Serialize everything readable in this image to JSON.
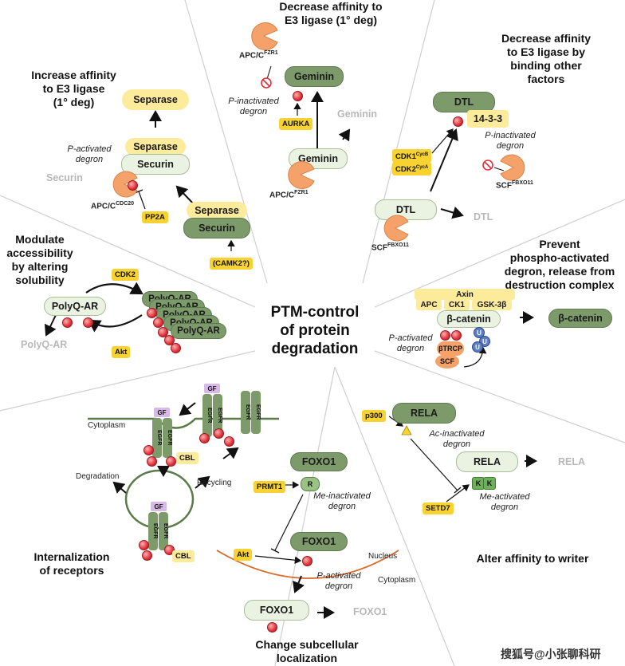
{
  "center_label": [
    "PTM-control",
    "of protein",
    "degradation"
  ],
  "panels": {
    "increase_affinity": {
      "title": [
        "Increase affinity",
        "to E3 ligase",
        "(1° deg)"
      ],
      "separase_top": "Separase",
      "separase_mid": "Separase",
      "securin_mid": "Securin",
      "p_activated_degron": [
        "P-activated",
        "degron"
      ],
      "securin_ghost": "Securin",
      "apc_cdc20": "APC/C",
      "apc_cdc20_sup": "CDC20",
      "pp2a": "PP2A",
      "separase_bottom": "Separase",
      "securin_bottom": "Securin",
      "camk2": "(CAMK2?)"
    },
    "decrease_affinity": {
      "title": [
        "Decrease affinity to",
        "E3 ligase (1° deg)"
      ],
      "apc_fzr1_top": "APC/C",
      "apc_fzr1_top_sup": "FZR1",
      "p_inactivated_degron": [
        "P-inactivated",
        "degron"
      ],
      "geminin_top": "Geminin",
      "aurka": "AURKA",
      "geminin_ghost": "Geminin",
      "geminin_bottom": "Geminin",
      "apc_fzr1_bottom": "APC/C",
      "apc_fzr1_bottom_sup": "FZR1"
    },
    "decrease_affinity_binding": {
      "title": [
        "Decrease affinity",
        "to E3 ligase by",
        "binding other",
        "factors"
      ],
      "dtl_top": "DTL",
      "protein_1433": "14-3-3",
      "cdk1": "CDK1",
      "cdk1_sup": "CycB",
      "cdk2": "CDK2",
      "cdk2_sup": "CycA",
      "p_inactivated_degron": [
        "P-inactivated",
        "degron"
      ],
      "scf_fbxo11_right": "SCF",
      "scf_fbxo11_right_sup": "FBXO11",
      "dtl_bottom": "DTL",
      "dtl_ghost": "DTL",
      "scf_fbxo11_bottom": "SCF",
      "scf_fbxo11_bottom_sup": "FBXO11"
    },
    "modulate_accessibility": {
      "title": [
        "Modulate",
        "accessibility",
        "by altering",
        "solubility"
      ],
      "cdk2": "CDK2",
      "akt": "Akt",
      "polyq_ar": "PolyQ-AR",
      "polyq_stack": [
        "PolyQ-AR",
        "PolyQ-AR",
        "PolyQ-AR",
        "PolyQ-AR",
        "PolyQ-AR"
      ],
      "polyq_ghost": "PolyQ-AR"
    },
    "prevent_phospho": {
      "title": [
        "Prevent",
        "phospho-activated",
        "degron, release from",
        "destruction complex"
      ],
      "axin": "Axin",
      "apc": "APC",
      "ck1": "CK1",
      "gsk3b": "GSK-3β",
      "beta_catenin": "β-catenin",
      "beta_catenin_free": "β-catenin",
      "p_activated_degron": [
        "P-activated",
        "degron"
      ],
      "btrcp": "βTRCP",
      "scf": "SCF",
      "ub": [
        "U",
        "U",
        "U"
      ]
    },
    "internalization": {
      "title": [
        "Internalization",
        "of receptors"
      ],
      "gf": "GF",
      "egfr": "EGFR",
      "cytoplasm": "Cytoplasm",
      "cbl": "CBL",
      "degradation": "Degradation",
      "recycling": "Recycling"
    },
    "subcellular": {
      "title": [
        "Change subcellular",
        "localization"
      ],
      "foxo1_top": "FOXO1",
      "prmt1": "PRMT1",
      "r_label": "R",
      "me_inactivated": [
        "Me-inactivated",
        "degron"
      ],
      "foxo1_mid": "FOXO1",
      "akt": "Akt",
      "nucleus": "Nucleus",
      "cytoplasm": "Cytoplasm",
      "p_activated": [
        "P-activated",
        "degron"
      ],
      "foxo1_bottom": "FOXO1",
      "foxo1_ghost": "FOXO1"
    },
    "writer": {
      "title": "Alter affinity to writer",
      "p300": "p300",
      "rela_top": "RELA",
      "ac_inactivated": [
        "Ac-inactivated",
        "degron"
      ],
      "rela_mid": "RELA",
      "rela_ghost": "RELA",
      "setd7": "SETD7",
      "me_activated": [
        "Me-activated",
        "degron"
      ],
      "k_label": "K"
    }
  },
  "watermark": "搜狐号@小张聊科研",
  "colors": {
    "protein_dark": "#7d9a6b",
    "protein_light": "#eaf2e2",
    "partner_yellow": "#fdeb9c",
    "kinase_gold": "#f7d231",
    "e3_orange": "#f4a26a",
    "phospho_red": "#e0303a",
    "ubiquitin_blue": "#5b7ec4",
    "membrane_green": "#5a7a48",
    "nucleus_orange": "#d86a2a"
  }
}
